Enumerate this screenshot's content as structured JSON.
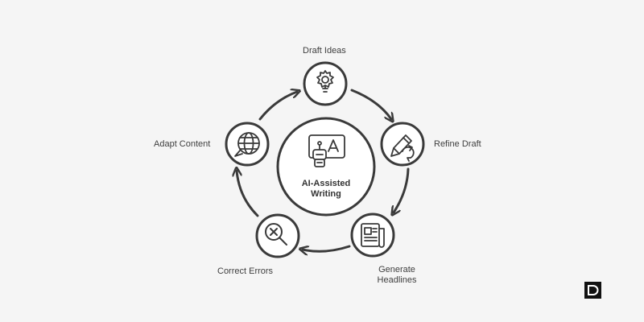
{
  "center": {
    "title_line1": "AI-Assisted",
    "title_line2": "Writing",
    "icon": "ai-robot-writing-icon"
  },
  "steps": [
    {
      "label": "Draft Ideas",
      "icon": "lightbulb-gear-icon"
    },
    {
      "label": "Refine Draft",
      "icon": "pencil-refresh-icon"
    },
    {
      "label_line1": "Generate",
      "label_line2": "Headlines",
      "icon": "newspaper-icon"
    },
    {
      "label": "Correct Errors",
      "icon": "magnifier-x-icon"
    },
    {
      "label": "Adapt Content",
      "icon": "globe-chat-icon"
    }
  ],
  "colors": {
    "background": "#f5f5f5",
    "stroke": "#3a3a3a",
    "node_fill": "#ffffff",
    "text": "#3f3f3f"
  },
  "brand": {
    "icon": "logo-badge-icon"
  }
}
